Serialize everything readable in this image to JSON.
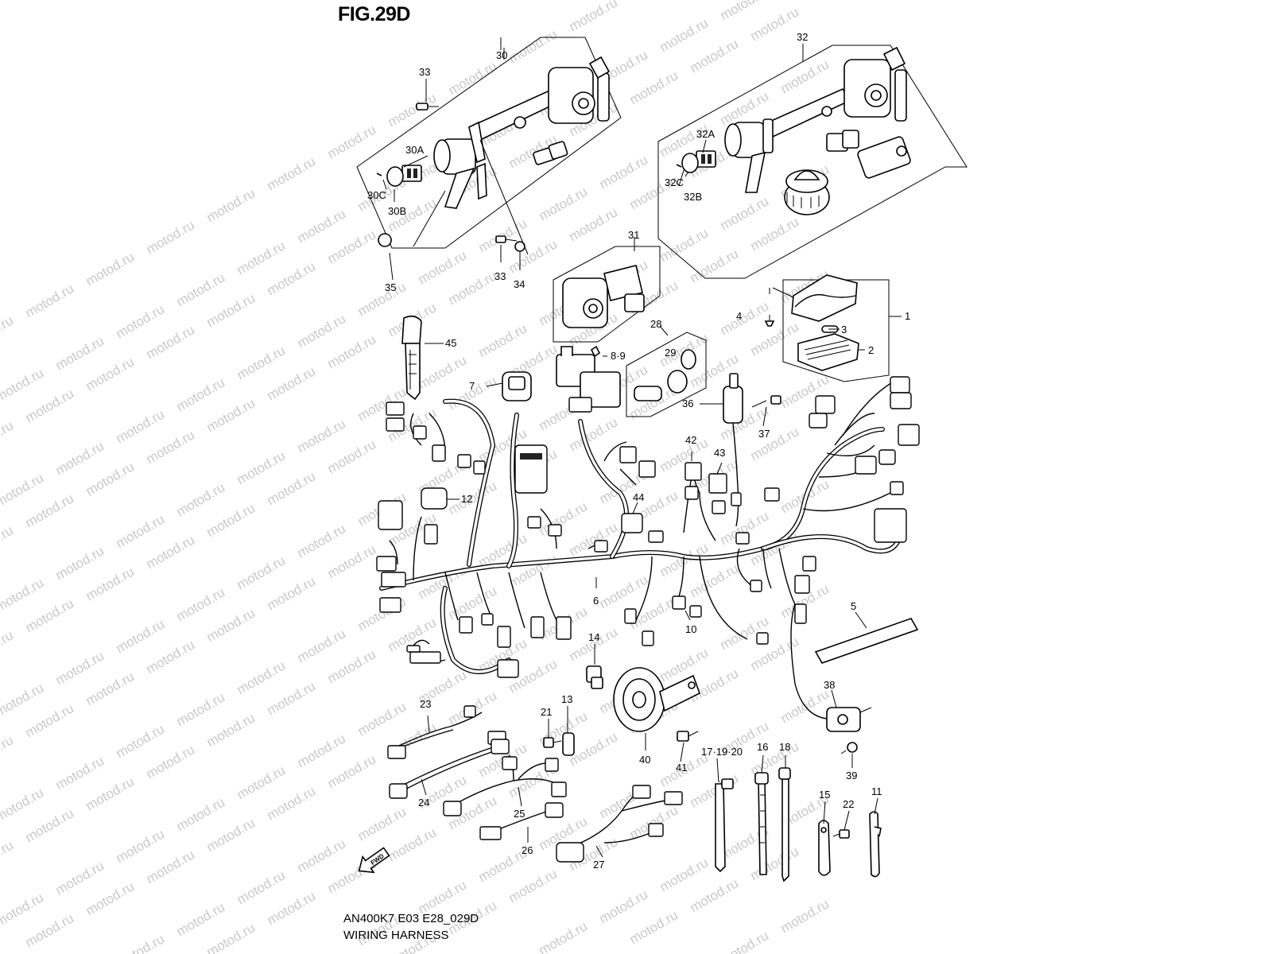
{
  "figure": {
    "title": "FIG.29D",
    "code": "AN400K7 E03 E28_029D",
    "name": "WIRING HARNESS",
    "watermark": "motod.ru",
    "fwd_label": "FWD"
  },
  "callouts": [
    {
      "id": "c30",
      "text": "30"
    },
    {
      "id": "c33a",
      "text": "33"
    },
    {
      "id": "c30a",
      "text": "30A"
    },
    {
      "id": "c30c",
      "text": "30C"
    },
    {
      "id": "c30b",
      "text": "30B"
    },
    {
      "id": "c35",
      "text": "35"
    },
    {
      "id": "c33b",
      "text": "33"
    },
    {
      "id": "c34",
      "text": "34"
    },
    {
      "id": "c32",
      "text": "32"
    },
    {
      "id": "c32a",
      "text": "32A"
    },
    {
      "id": "c32c",
      "text": "32C"
    },
    {
      "id": "c32b",
      "text": "32B"
    },
    {
      "id": "c31",
      "text": "31"
    },
    {
      "id": "c1",
      "text": "1"
    },
    {
      "id": "c4",
      "text": "4"
    },
    {
      "id": "c3",
      "text": "3"
    },
    {
      "id": "c2",
      "text": "2"
    },
    {
      "id": "c45",
      "text": "45"
    },
    {
      "id": "c89",
      "text": "8·9"
    },
    {
      "id": "c28",
      "text": "28"
    },
    {
      "id": "c29",
      "text": "29"
    },
    {
      "id": "c7",
      "text": "7"
    },
    {
      "id": "c36",
      "text": "36"
    },
    {
      "id": "c37",
      "text": "37"
    },
    {
      "id": "c42",
      "text": "42"
    },
    {
      "id": "c43",
      "text": "43"
    },
    {
      "id": "c12",
      "text": "12"
    },
    {
      "id": "c44",
      "text": "44"
    },
    {
      "id": "c6",
      "text": "6"
    },
    {
      "id": "c10",
      "text": "10"
    },
    {
      "id": "c5",
      "text": "5"
    },
    {
      "id": "c14",
      "text": "14"
    },
    {
      "id": "c38",
      "text": "38"
    },
    {
      "id": "c23",
      "text": "23"
    },
    {
      "id": "c21",
      "text": "21"
    },
    {
      "id": "c13",
      "text": "13"
    },
    {
      "id": "c40",
      "text": "40"
    },
    {
      "id": "c41",
      "text": "41"
    },
    {
      "id": "c171920",
      "text": "17·19·20"
    },
    {
      "id": "c16",
      "text": "16"
    },
    {
      "id": "c18",
      "text": "18"
    },
    {
      "id": "c39",
      "text": "39"
    },
    {
      "id": "c24",
      "text": "24"
    },
    {
      "id": "c25",
      "text": "25"
    },
    {
      "id": "c15",
      "text": "15"
    },
    {
      "id": "c22",
      "text": "22"
    },
    {
      "id": "c11",
      "text": "11"
    },
    {
      "id": "c26",
      "text": "26"
    },
    {
      "id": "c27",
      "text": "27"
    }
  ]
}
